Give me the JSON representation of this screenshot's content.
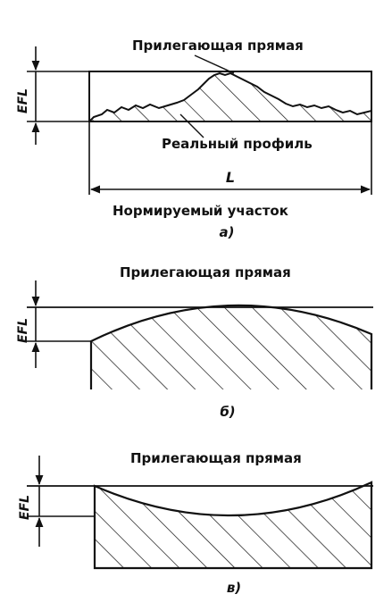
{
  "labels": {
    "adjacent_line": "Прилегающая прямая",
    "real_profile": "Реальный профиль",
    "length_symbol": "L",
    "normalized_section": "Нормируемый участок",
    "efl": "EFL"
  },
  "panels": [
    {
      "id": "a",
      "caption": "а)"
    },
    {
      "id": "b",
      "caption": "б)"
    },
    {
      "id": "c",
      "caption": "в)"
    }
  ],
  "colors": {
    "ink": "#111111",
    "background": "#ffffff"
  }
}
